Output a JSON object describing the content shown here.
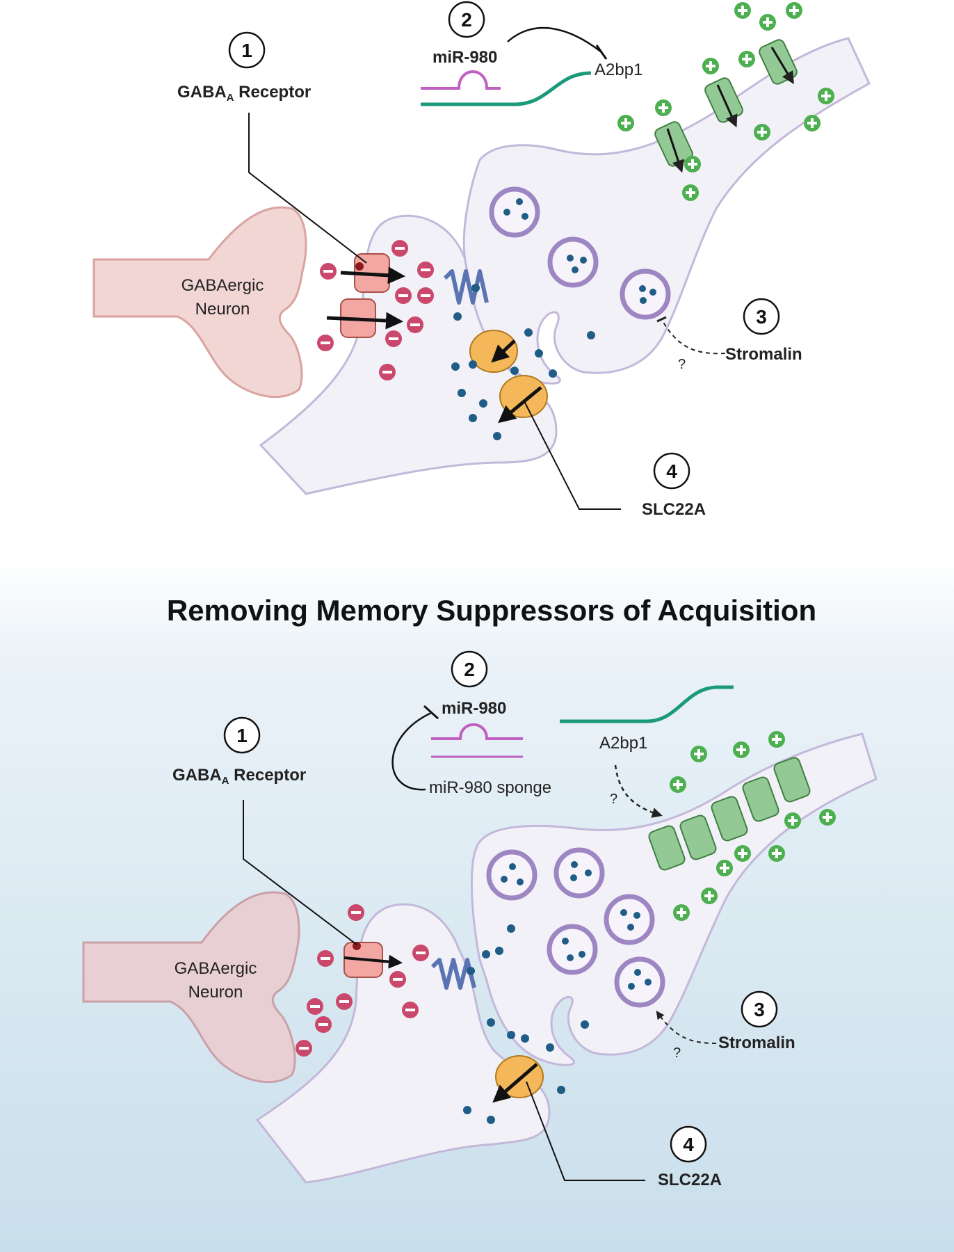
{
  "top_panel": {
    "labels": {
      "callout_1": "1",
      "receptor_main": "GABA",
      "receptor_sub": "A",
      "receptor_suffix": " Receptor",
      "callout_2": "2",
      "mirna": "miR-980",
      "target": "A2bp1",
      "callout_3": "3",
      "stromalin": "Stromalin",
      "question": "?",
      "callout_4": "4",
      "transporter": "SLC22A",
      "neuron_line1": "GABAergic",
      "neuron_line2": "Neuron"
    }
  },
  "title": "Removing Memory Suppressors of Acquisition",
  "bottom_panel": {
    "labels": {
      "callout_1": "1",
      "receptor_main": "GABA",
      "receptor_sub": "A",
      "receptor_suffix": " Receptor",
      "callout_2": "2",
      "mirna": "miR-980",
      "sponge": "miR-980 sponge",
      "target": "A2bp1",
      "question_a2bp1": "?",
      "callout_3": "3",
      "stromalin": "Stromalin",
      "question": "?",
      "callout_4": "4",
      "transporter": "SLC22A",
      "neuron_line1": "GABAergic",
      "neuron_line2": "Neuron"
    }
  },
  "colors": {
    "neuron_fill": "#f2d6d4",
    "neuron_stroke": "#d9a3a0",
    "membrane_fill": "#f2f1f8",
    "membrane_stroke": "#c3b8da",
    "gaba_receptor": "#f2a7a3",
    "anion": "#c9486b",
    "cation": "#4caf50",
    "channel_green": "#93c995",
    "vesicle": "#9d86c2",
    "neurotransmitter": "#1f5d86",
    "slc22a": "#f4b85a",
    "metabotropic": "#8fa7d9",
    "mirna": "#c060c0",
    "mrna": "#1a9a7a"
  },
  "icons": {
    "anion": "minus-circle-icon",
    "cation": "plus-circle-icon"
  }
}
